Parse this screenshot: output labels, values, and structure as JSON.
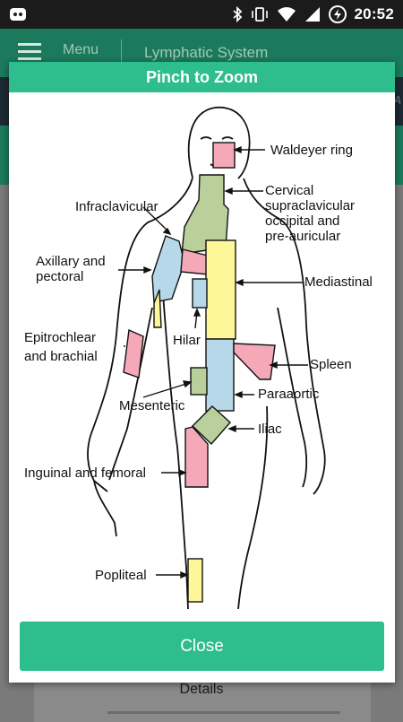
{
  "status_bar": {
    "time": "20:52"
  },
  "app_bar": {
    "menu_label": "Menu",
    "title": "Lymphatic System"
  },
  "background": {
    "cut_text": "MA",
    "details_label": "Details"
  },
  "dialog": {
    "header": "Pinch to Zoom",
    "close_label": "Close",
    "labels": {
      "waldeyer": "Waldeyer ring",
      "cervical_1": "Cervical",
      "cervical_2": "supraclavicular",
      "cervical_3": "occipital and",
      "cervical_4": "pre-auricular",
      "infraclavicular": "Infraclavicular",
      "axillary_1": "Axillary and",
      "axillary_2": "pectoral",
      "mediastinal": "Mediastinal",
      "epitrochlear_1": "Epitrochlear",
      "epitrochlear_2": "and brachial",
      "hilar": "Hilar",
      "spleen": "Spleen",
      "paraaortic": "Paraaortic",
      "mesenteric": "Mesenteric",
      "iliac": "Iliac",
      "inguinal": "Inguinal and femoral",
      "popliteal": "Popliteal"
    },
    "colors": {
      "pink": "#f5a9b8",
      "green": "#b9cf9c",
      "yellow": "#fdf79a",
      "blue": "#b6d8e8",
      "accent": "#2ebd8c"
    }
  }
}
